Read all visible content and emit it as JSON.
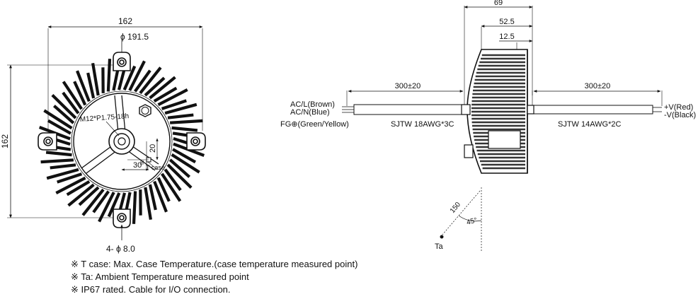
{
  "front_view": {
    "width_dim": "162",
    "height_dim": "162",
    "diameter_label": "ϕ 191.5",
    "thread_label": "M12*P1.75-18h",
    "dim_30": "30",
    "dim_20": "20",
    "tc_label": "tc",
    "tcase_label": "T case",
    "hole_label": "4- ϕ 8.0"
  },
  "side_view": {
    "dim_69": "69",
    "dim_52_5": "52.5",
    "dim_12_5": "12.5",
    "input_cable_length": "300±20",
    "output_cable_length": "300±20",
    "input_labels": [
      "AC/L(Brown)",
      "AC/N(Blue)",
      "FG⊕(Green/Yellow)"
    ],
    "input_cable_spec": "SJTW 18AWG*3C",
    "output_cable_spec": "SJTW 14AWG*2C",
    "output_labels": [
      "+V(Red)",
      "-V(Black)"
    ],
    "dim_150": "150",
    "angle_45": "45°",
    "ta_label": "Ta"
  },
  "notes": [
    "※ T case: Max. Case Temperature.(case temperature measured point)",
    "※ Ta: Ambient Temperature measured point",
    "※ IP67 rated. Cable for I/O connection."
  ]
}
